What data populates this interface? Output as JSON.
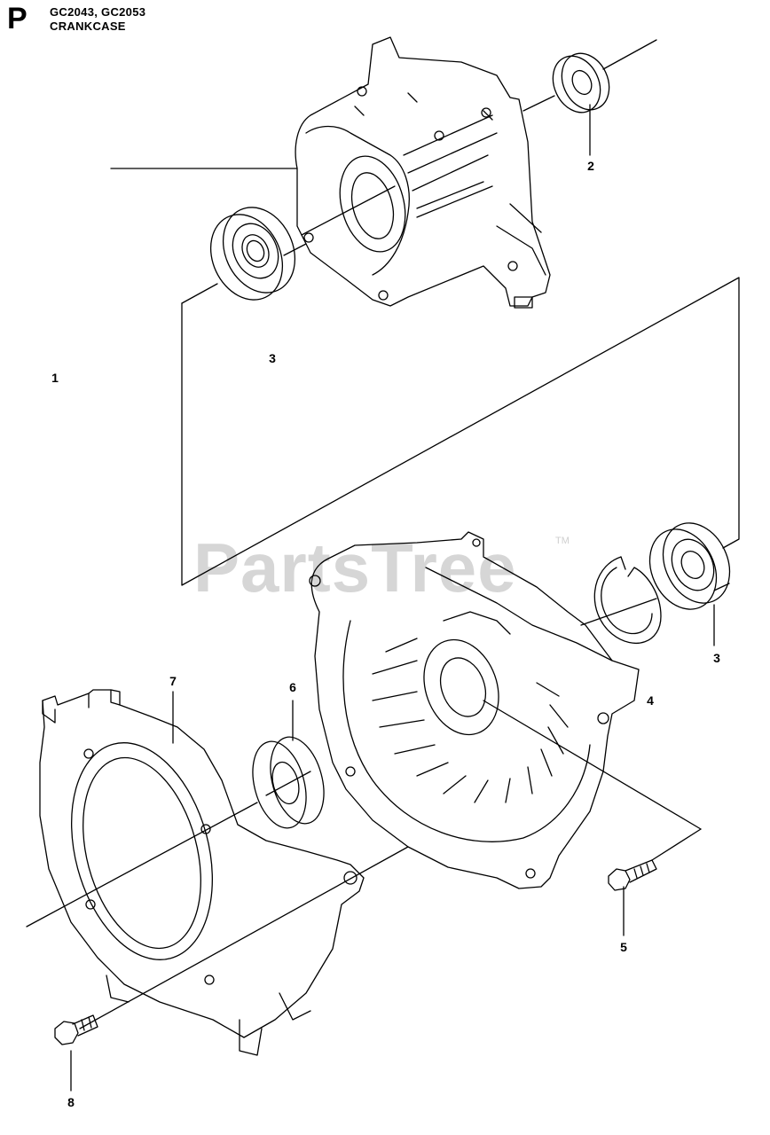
{
  "header": {
    "section_letter": "P",
    "models": "GC2043, GC2053",
    "title": "CRANKCASE"
  },
  "watermark": {
    "text": "PartsTree",
    "tm": "TM"
  },
  "callouts": [
    {
      "id": "c1",
      "label": "1",
      "part": "crankcase half (upper)"
    },
    {
      "id": "c2",
      "label": "2",
      "part": "seal ring"
    },
    {
      "id": "c3a",
      "label": "3",
      "part": "ball bearing"
    },
    {
      "id": "c3b",
      "label": "3",
      "part": "ball bearing"
    },
    {
      "id": "c4",
      "label": "4",
      "part": "crankcase half (lower)"
    },
    {
      "id": "c5",
      "label": "5",
      "part": "screw"
    },
    {
      "id": "c6",
      "label": "6",
      "part": "seal ring"
    },
    {
      "id": "c7",
      "label": "7",
      "part": "fan housing"
    },
    {
      "id": "c8",
      "label": "8",
      "part": "screw"
    }
  ]
}
